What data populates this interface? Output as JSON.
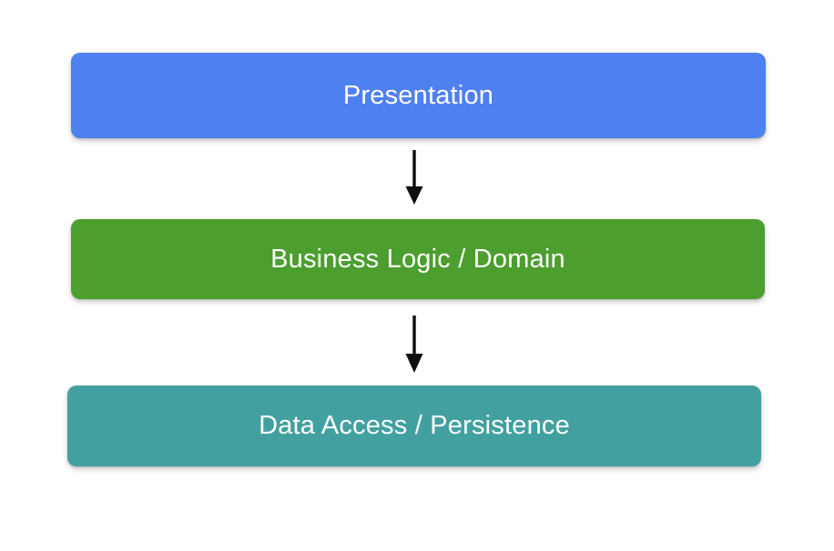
{
  "diagram": {
    "type": "flowchart",
    "orientation": "vertical-top-down",
    "background_color": "#ffffff",
    "title": "",
    "nodes": [
      {
        "id": "presentation",
        "label": "Presentation",
        "fill_color": "#4E80F0",
        "text_color": "#ffffff",
        "shape": "rounded-rectangle",
        "order": 1
      },
      {
        "id": "business-logic",
        "label": "Business Logic / Domain",
        "fill_color": "#4C9E2E",
        "text_color": "#ffffff",
        "shape": "rounded-rectangle",
        "order": 2
      },
      {
        "id": "data-access",
        "label": "Data Access / Persistence",
        "fill_color": "#43A0A0",
        "text_color": "#ffffff",
        "shape": "rounded-rectangle",
        "order": 3
      }
    ],
    "edges": [
      {
        "id": "presentation-to-business",
        "from": "presentation",
        "to": "business-logic",
        "label": "",
        "style": "solid",
        "arrowhead": "filled-triangle",
        "color": "#0f0f0f"
      },
      {
        "id": "business-to-data",
        "from": "business-logic",
        "to": "data-access",
        "label": "",
        "style": "solid",
        "arrowhead": "filled-triangle",
        "color": "#0f0f0f"
      }
    ]
  }
}
